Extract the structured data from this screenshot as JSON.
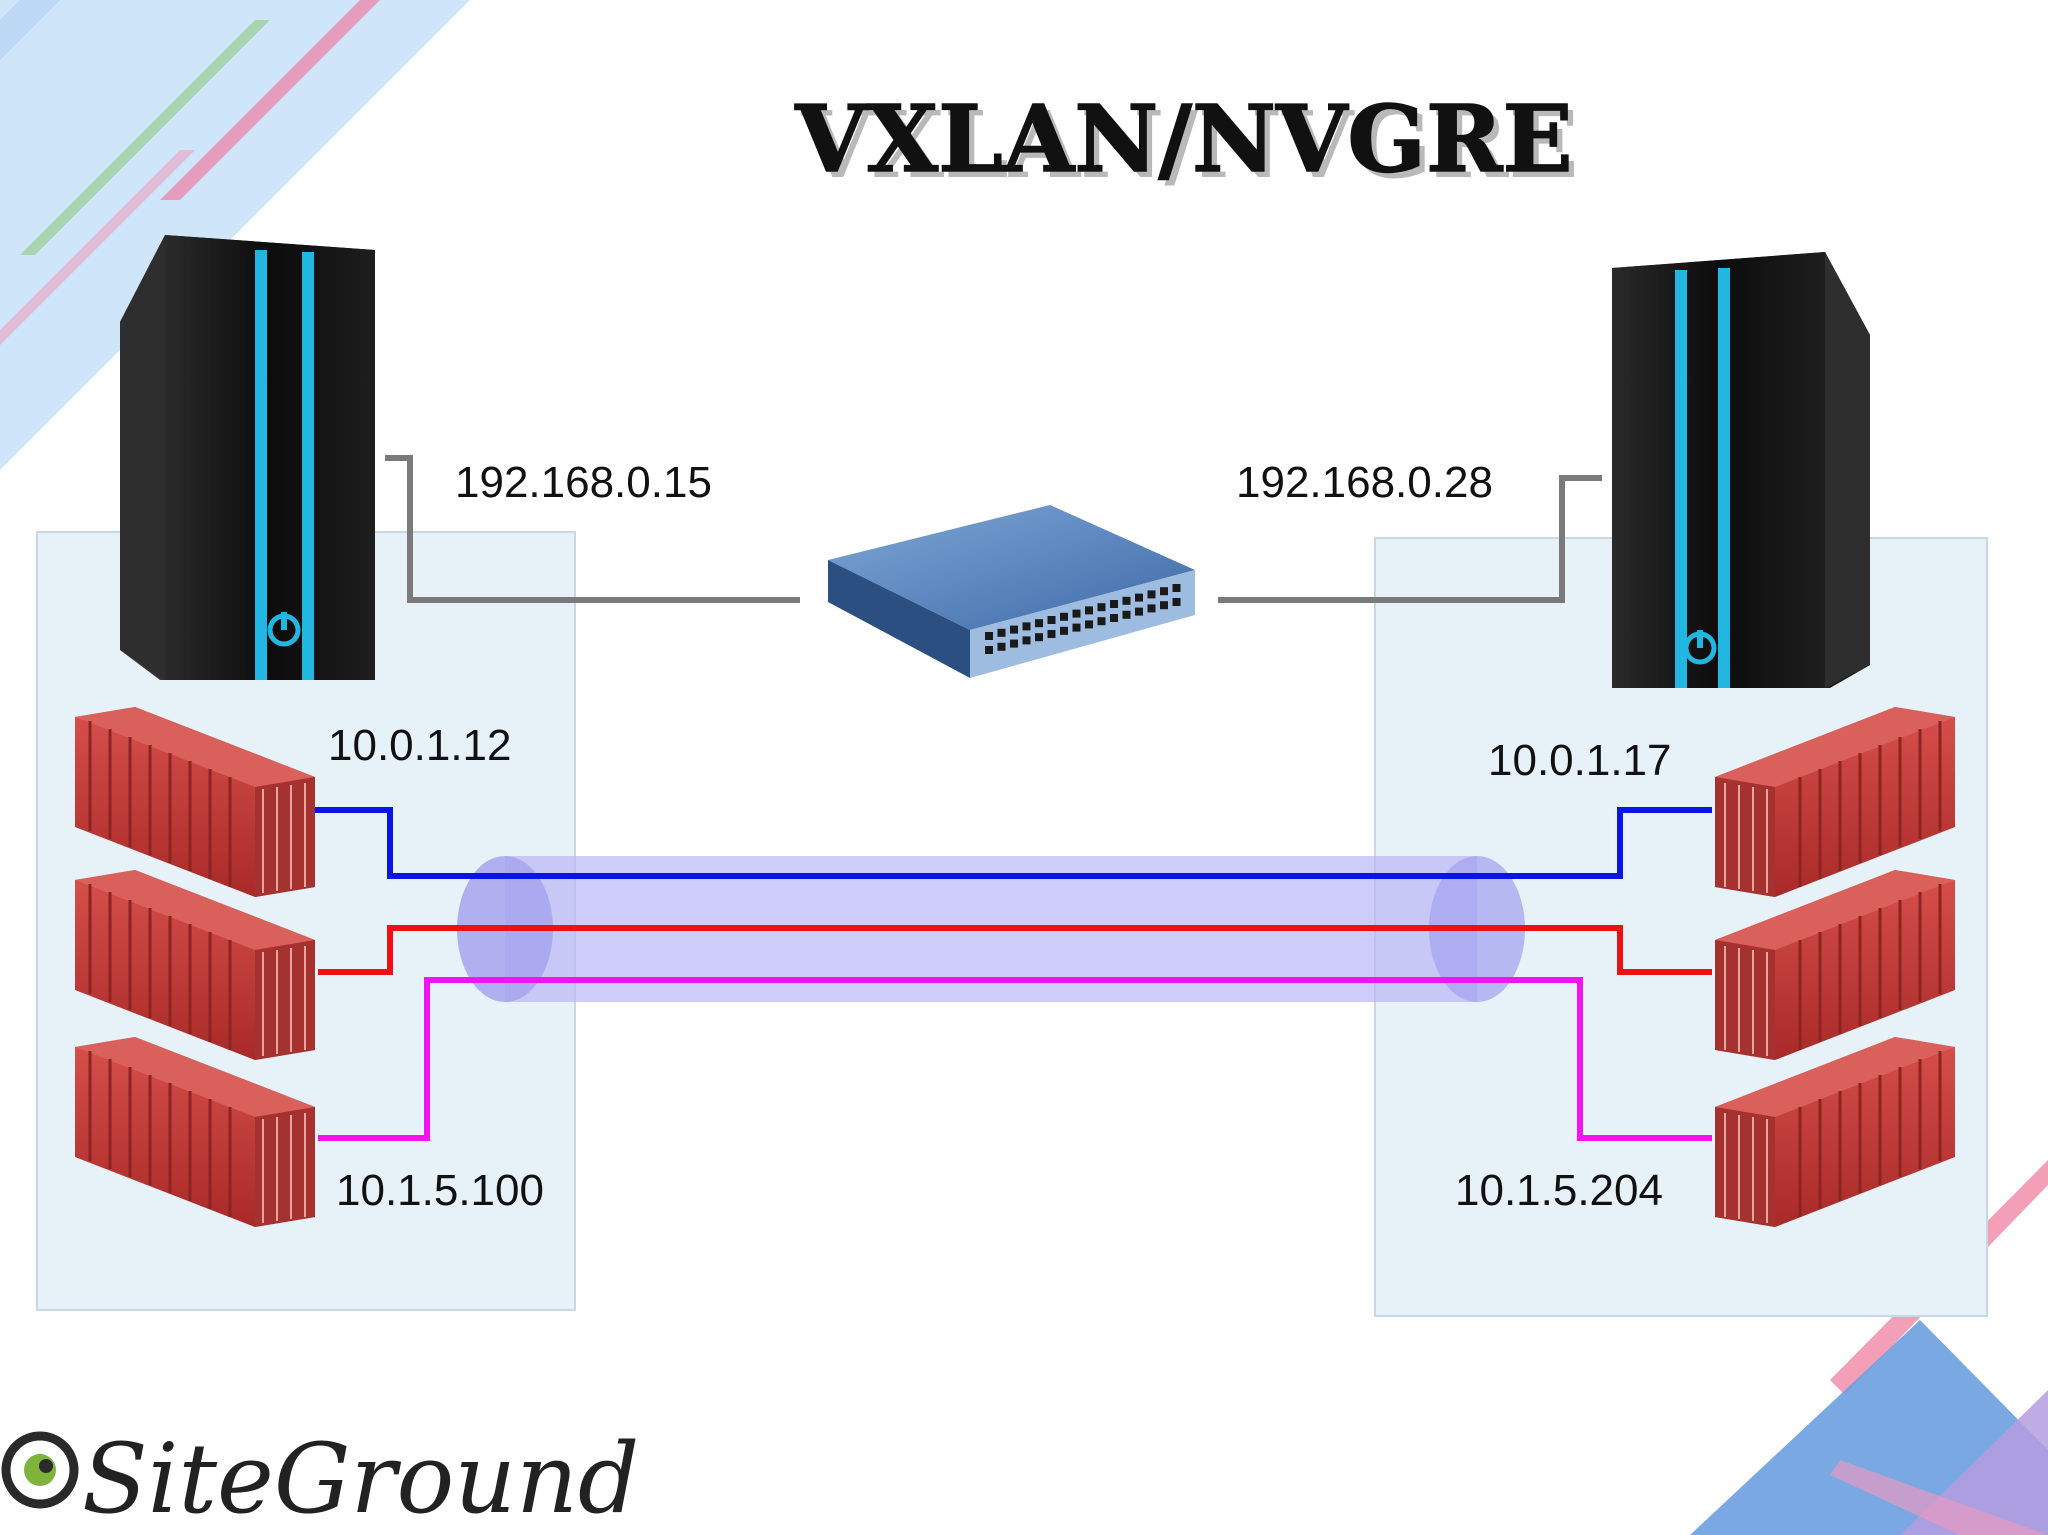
{
  "title": "VXLAN/NVGRE",
  "hosts": {
    "left_ip": "192.168.0.15",
    "right_ip": "192.168.0.28"
  },
  "containers": {
    "left": [
      "10.0.1.12",
      "10.1.5.100"
    ],
    "right": [
      "10.0.1.17",
      "10.1.5.204"
    ]
  },
  "tunnel_links": [
    {
      "color": "#0a14e6"
    },
    {
      "color": "#ee1111"
    },
    {
      "color": "#f014f0"
    }
  ],
  "colors": {
    "server_body": "#141414",
    "server_stripe": "#22b7e2",
    "container": "#c93a38",
    "switch": "#3f6fae",
    "host_panel": "#e6f1f8",
    "tunnel": "#b9b7f5",
    "cable": "#7a7a7a"
  },
  "icons": [
    "server-icon",
    "network-switch-icon",
    "shipping-container-icon",
    "siteground-logo-icon"
  ],
  "logo": {
    "text": "SiteGround"
  }
}
